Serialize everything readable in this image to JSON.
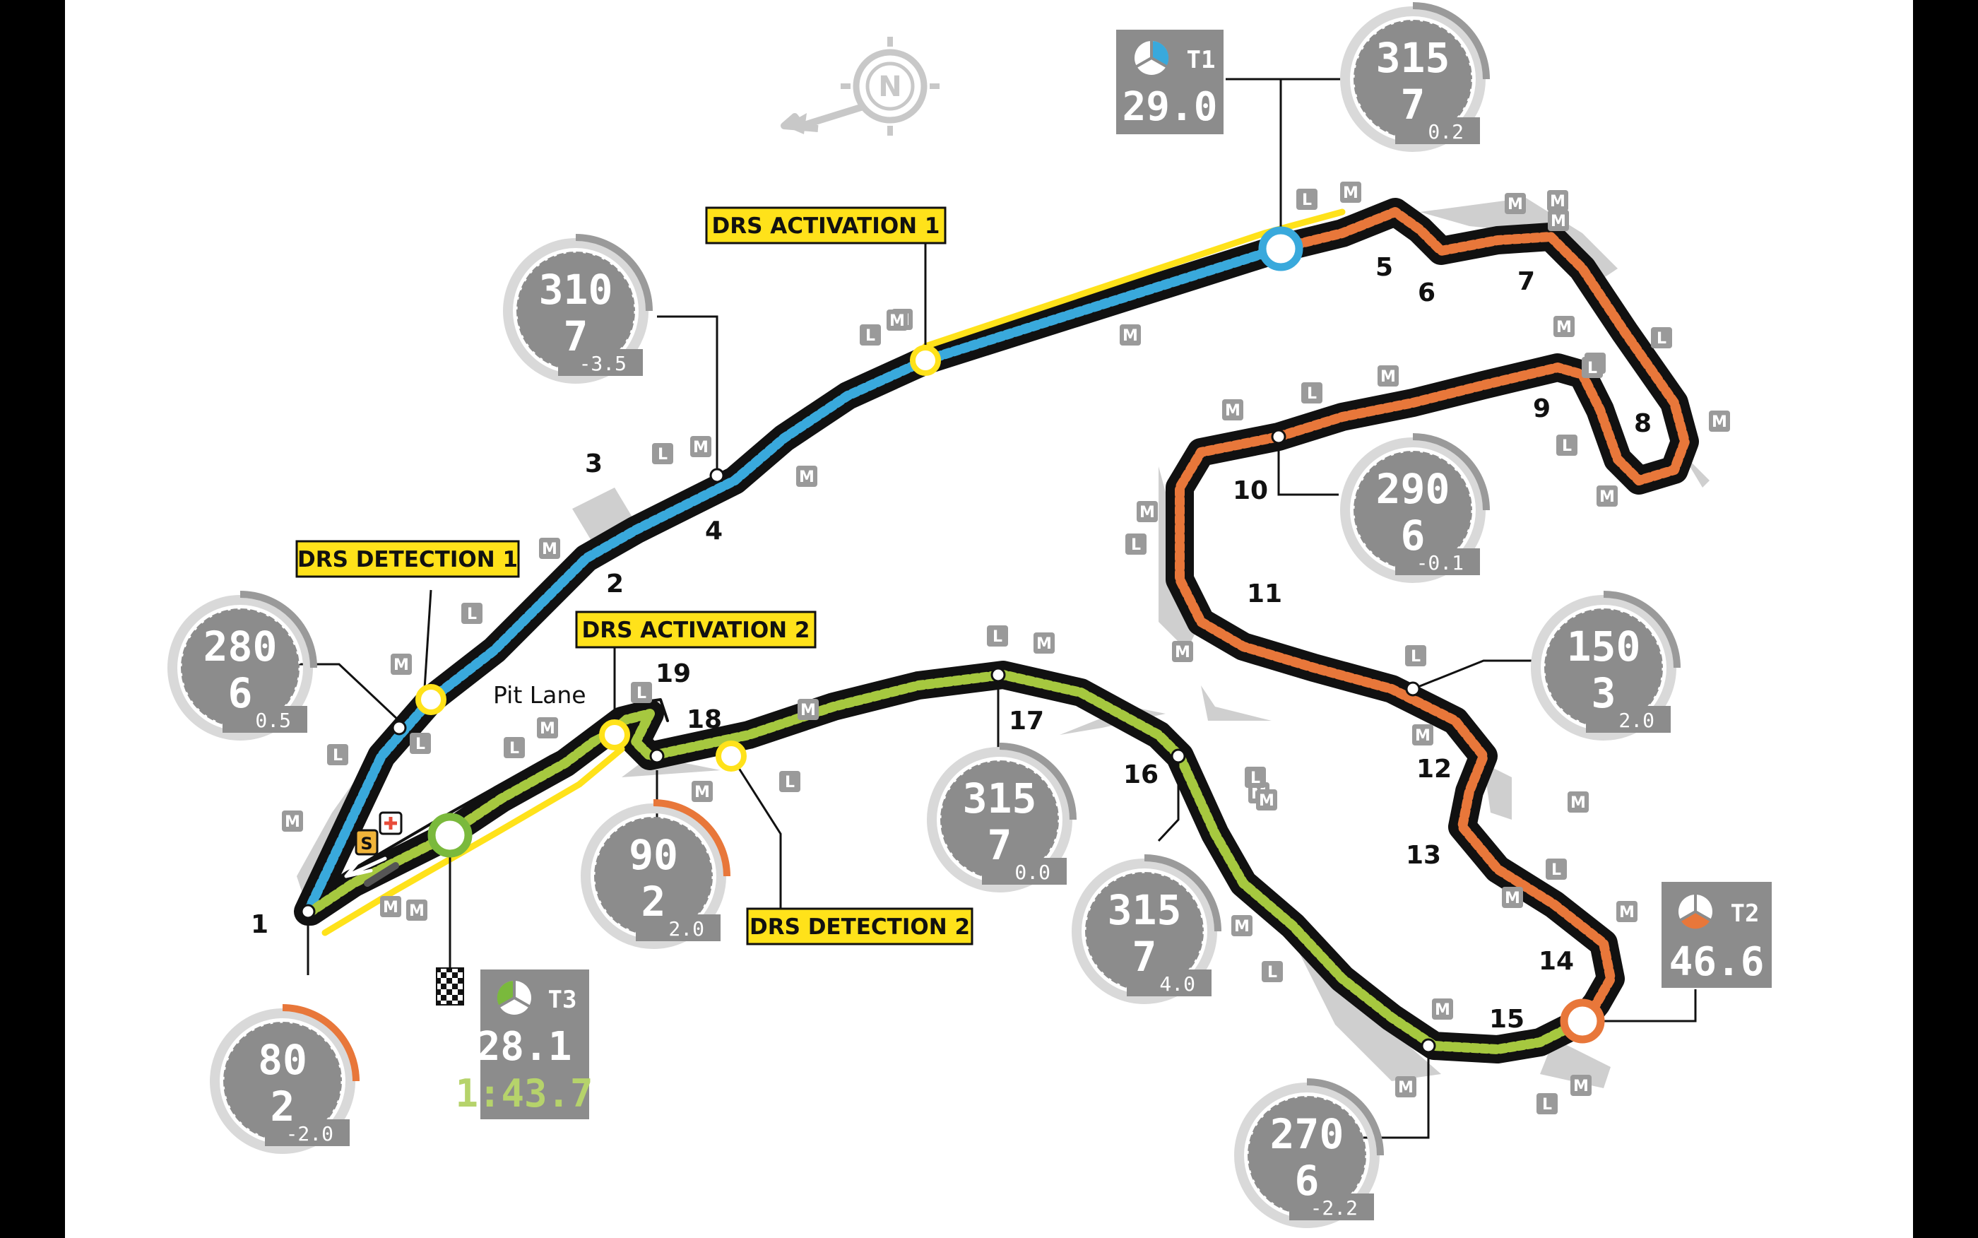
{
  "colors": {
    "background": "#ffffff",
    "frame": "#000000",
    "sector1": "#39a9dc",
    "sector2": "#e8773a",
    "sector3": "#a6c83f",
    "drs": "#ffe21a",
    "track": "#111111",
    "runoff": "#c8c8c8",
    "gauge": "#8c8c8c",
    "gauge_accent": "#e8773a"
  },
  "compass": {
    "label": "N",
    "icon": "compass-north-icon"
  },
  "turns": [
    "1",
    "2",
    "3",
    "4",
    "5",
    "6",
    "7",
    "8",
    "9",
    "10",
    "11",
    "12",
    "13",
    "14",
    "15",
    "16",
    "17",
    "18",
    "19"
  ],
  "pit_lane": "Pit Lane",
  "drs_labels": {
    "detection1": "DRS DETECTION 1",
    "activation1": "DRS ACTIVATION 1",
    "activation2": "DRS ACTIVATION 2",
    "detection2": "DRS DETECTION 2"
  },
  "gauges": [
    {
      "id": "t1",
      "speed": "80",
      "gear": "2",
      "g": "-2.0"
    },
    {
      "id": "t2",
      "speed": "280",
      "gear": "6",
      "g": "0.5"
    },
    {
      "id": "t3",
      "speed": "310",
      "gear": "7",
      "g": "-3.5"
    },
    {
      "id": "t4",
      "speed": "315",
      "gear": "7",
      "g": "0.2"
    },
    {
      "id": "t5",
      "speed": "290",
      "gear": "6",
      "g": "-0.1"
    },
    {
      "id": "t6",
      "speed": "150",
      "gear": "3",
      "g": "2.0"
    },
    {
      "id": "t7",
      "speed": "270",
      "gear": "6",
      "g": "-2.2"
    },
    {
      "id": "t8",
      "speed": "315",
      "gear": "7",
      "g": "4.0"
    },
    {
      "id": "t9",
      "speed": "315",
      "gear": "7",
      "g": "0.0"
    },
    {
      "id": "t10",
      "speed": "90",
      "gear": "2",
      "g": "2.0"
    }
  ],
  "sectors": [
    {
      "id": "T1",
      "time": "29.0"
    },
    {
      "id": "T2",
      "time": "46.6"
    },
    {
      "id": "T3",
      "time": "28.1",
      "lap": "1:43.7"
    }
  ],
  "markers": {
    "light": "L",
    "medium": "M",
    "safety": "S"
  }
}
